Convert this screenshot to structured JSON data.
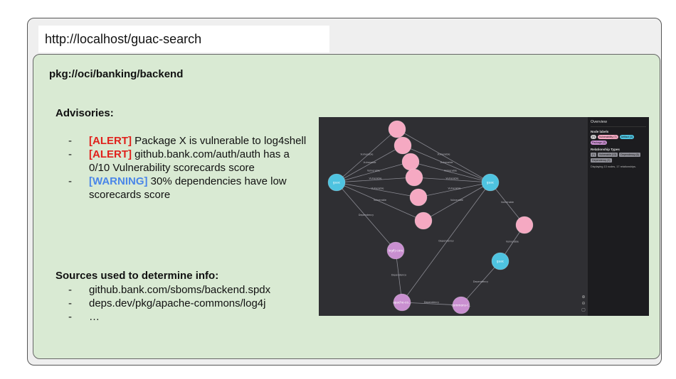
{
  "browser": {
    "url": "http://localhost/guac-search"
  },
  "package": {
    "title": "pkg://oci/banking/backend"
  },
  "advisories": {
    "heading": "Advisories:",
    "items": [
      {
        "tag": "[ALERT]",
        "severity": "alert",
        "text": "Package X is vulnerable to log4shell"
      },
      {
        "tag": "[ALERT]",
        "severity": "alert",
        "text": "github.bank.com/auth/auth has a 0/10 Vulnerability scorecards score"
      },
      {
        "tag": "[WARNING]",
        "severity": "warning",
        "text": "30% dependencies have low scorecards score"
      }
    ]
  },
  "sources": {
    "heading": "Sources used to determine info:",
    "items": [
      "github.bank.com/sboms/backend.spdx",
      "deps.dev/pkg/apache-commons/log4j",
      "…"
    ]
  },
  "graph": {
    "nodes": [
      {
        "id": "n1",
        "label": "guac",
        "type": "artifact"
      },
      {
        "id": "n2",
        "label": "guac",
        "type": "artifact"
      },
      {
        "id": "n3",
        "label": "guac",
        "type": "artifact"
      },
      {
        "id": "v1",
        "label": "",
        "type": "vulnerability"
      },
      {
        "id": "v2",
        "label": "",
        "type": "vulnerability"
      },
      {
        "id": "v3",
        "label": "",
        "type": "vulnerability"
      },
      {
        "id": "v4",
        "label": "",
        "type": "vulnerability"
      },
      {
        "id": "v5",
        "label": "",
        "type": "vulnerability"
      },
      {
        "id": "v6",
        "label": "",
        "type": "vulnerability"
      },
      {
        "id": "v7",
        "label": "",
        "type": "vulnerability"
      },
      {
        "id": "p1",
        "label": "log4j-core",
        "type": "package"
      },
      {
        "id": "p2",
        "label": "apache-co...",
        "type": "package"
      },
      {
        "id": "p3",
        "label": "commons-l...",
        "type": "package"
      }
    ],
    "edges": [
      {
        "from": "n1",
        "to": "v1",
        "label": "Vulnerable"
      },
      {
        "from": "n1",
        "to": "v2",
        "label": "Vulnerable"
      },
      {
        "from": "n1",
        "to": "v3",
        "label": "Vulnerable"
      },
      {
        "from": "n1",
        "to": "v4",
        "label": "Vulnerable"
      },
      {
        "from": "n1",
        "to": "v5",
        "label": "Vulnerable"
      },
      {
        "from": "n1",
        "to": "v6",
        "label": "Vulnerable"
      },
      {
        "from": "n2",
        "to": "v1",
        "label": "Vulnerable"
      },
      {
        "from": "n2",
        "to": "v2",
        "label": "Vulnerable"
      },
      {
        "from": "n2",
        "to": "v3",
        "label": "Vulnerable"
      },
      {
        "from": "n2",
        "to": "v4",
        "label": "Vulnerable"
      },
      {
        "from": "n2",
        "to": "v5",
        "label": "Vulnerable"
      },
      {
        "from": "n2",
        "to": "v6",
        "label": "Vulnerable"
      },
      {
        "from": "n2",
        "to": "v7",
        "label": "Vulnerable"
      },
      {
        "from": "n1",
        "to": "p1",
        "label": "Dependency"
      },
      {
        "from": "p1",
        "to": "p2",
        "label": "Dependency"
      },
      {
        "from": "p2",
        "to": "p3",
        "label": "Dependency"
      },
      {
        "from": "n2",
        "to": "p2",
        "label": "Dependency"
      },
      {
        "from": "n3",
        "to": "p3",
        "label": "Dependency"
      },
      {
        "from": "v7",
        "to": "n3",
        "label": "Vulnerable"
      }
    ],
    "overview": {
      "title": "Overview",
      "node_labels_heading": "Node labels",
      "node_labels": [
        {
          "label": "(*)",
          "color": "#cccccc"
        },
        {
          "label": "Vulnerability (7)",
          "color": "#f5a9c2"
        },
        {
          "label": "Artifact (3)",
          "color": "#4ec3e0"
        },
        {
          "label": "Package (3)",
          "color": "#c98fd0"
        }
      ],
      "relationship_heading": "Relationship Types",
      "relationships": [
        "(*)",
        "Vulnerable (13)",
        "Dependency (6)",
        "Dependency (3)"
      ],
      "summary": "Displaying 13 nodes, 17 relationships."
    },
    "colors": {
      "artifact": "#4ec3e0",
      "vulnerability": "#f5a9c2",
      "package": "#c98fd0",
      "edge": "#8a8a92",
      "background": "#2f2f33"
    }
  }
}
